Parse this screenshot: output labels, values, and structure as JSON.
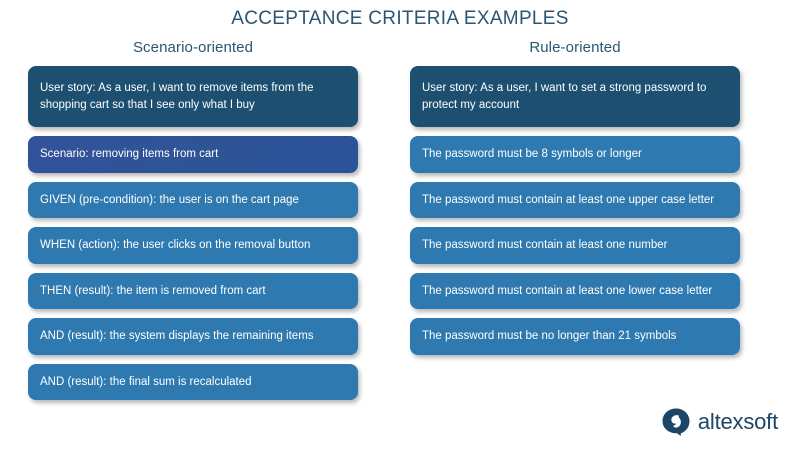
{
  "header": {
    "title": "ACCEPTANCE CRITERIA EXAMPLES"
  },
  "colors": {
    "title_text": "#2a5673",
    "card_dark_navy": "#1d4f70",
    "card_accent_indigo": "#2e5496",
    "card_steel_blue": "#2e7ab0",
    "logo": "#1d4666",
    "background": "#ffffff"
  },
  "columns": [
    {
      "id": "scenario-oriented",
      "title": "Scenario-oriented",
      "cards": [
        {
          "text": "User story: As a user, I want to remove items from the shopping cart so that I see only what I buy",
          "variant": "variant-dark size-tall"
        },
        {
          "text": "Scenario: removing items from cart",
          "variant": "variant-accent"
        },
        {
          "text": "GIVEN (pre-condition): the user is on the cart page",
          "variant": "variant-steel"
        },
        {
          "text": "WHEN (action): the user clicks on the removal button",
          "variant": "variant-steel"
        },
        {
          "text": "THEN (result): the item is removed from cart",
          "variant": "variant-steel"
        },
        {
          "text": "AND (result): the system displays the remaining items",
          "variant": "variant-steel"
        },
        {
          "text": "AND (result): the final sum is recalculated",
          "variant": "variant-steel"
        }
      ]
    },
    {
      "id": "rule-oriented",
      "title": "Rule-oriented",
      "cards": [
        {
          "text": "User story: As a user, I want to set a strong password to protect my account",
          "variant": "variant-dark size-tall"
        },
        {
          "text": "The password must be 8 symbols or longer",
          "variant": "variant-steel"
        },
        {
          "text": "The password must contain at least one upper case letter",
          "variant": "variant-steel"
        },
        {
          "text": "The password must contain at least one number",
          "variant": "variant-steel"
        },
        {
          "text": "The password must contain at least one lower case letter",
          "variant": "variant-steel"
        },
        {
          "text": "The password must be no longer than 21 symbols",
          "variant": "variant-steel"
        }
      ]
    }
  ],
  "logo": {
    "mark": "altexsoft-bubble-icon",
    "text": "altexsoft"
  }
}
